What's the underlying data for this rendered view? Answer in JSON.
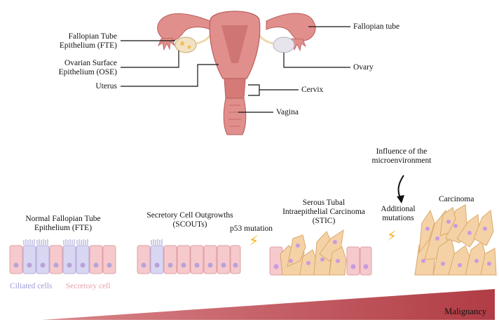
{
  "anatomy_labels": {
    "fte": [
      "Fallopian Tube",
      "Epithelium (FTE)"
    ],
    "ose": [
      "Ovarian Surface",
      "Epithelium (OSE)"
    ],
    "uterus": "Uterus",
    "fallopian_tube": "Fallopian tube",
    "ovary": "Ovary",
    "cervix": "Cervix",
    "vagina": "Vagina"
  },
  "stages": {
    "normal": [
      "Normal Fallopian Tube",
      "Epithelium (FTE)"
    ],
    "scouts": [
      "Secretory Cell Outgrowths",
      "(SCOUTs)"
    ],
    "p53": "p53 mutation",
    "stic": [
      "Serous Tubal",
      "Intraepithelial Carcinoma",
      "(STIC)"
    ],
    "additional": [
      "Additional",
      "mutations"
    ],
    "microenvironment": [
      "Influence of the",
      "microenvironment"
    ],
    "carcinoma": "Carcinoma"
  },
  "legend": {
    "ciliated": "Ciliated cells",
    "secretory": "Secretory cell"
  },
  "malignancy": "Malignancy",
  "colors": {
    "uterus": "#e08f8c",
    "uterus_dark": "#c86a68",
    "ciliated": "#d9d6f2",
    "secretory": "#f6c9cc",
    "tumor": "#f5d2a6",
    "bolt": "#f2b51c",
    "malignancy": "#b8484e"
  },
  "icons": [
    "lightning-bolt-icon",
    "curved-arrow-icon"
  ]
}
